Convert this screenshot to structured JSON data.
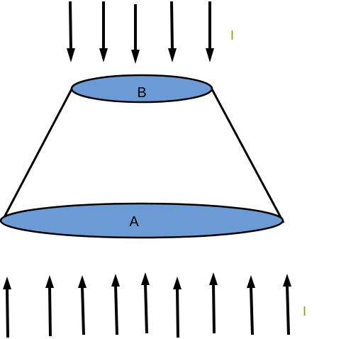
{
  "diagram": {
    "labels": {
      "top_face": "B",
      "bottom_face": "A",
      "top_field": "I",
      "bottom_field": "I"
    },
    "colors": {
      "face_fill": "#6b9ad4",
      "outline": "#000000",
      "field_label": "#8ca000"
    },
    "top_arrows": {
      "count": 5,
      "direction": "down"
    },
    "bottom_arrows": {
      "count": 9,
      "direction": "up"
    }
  }
}
